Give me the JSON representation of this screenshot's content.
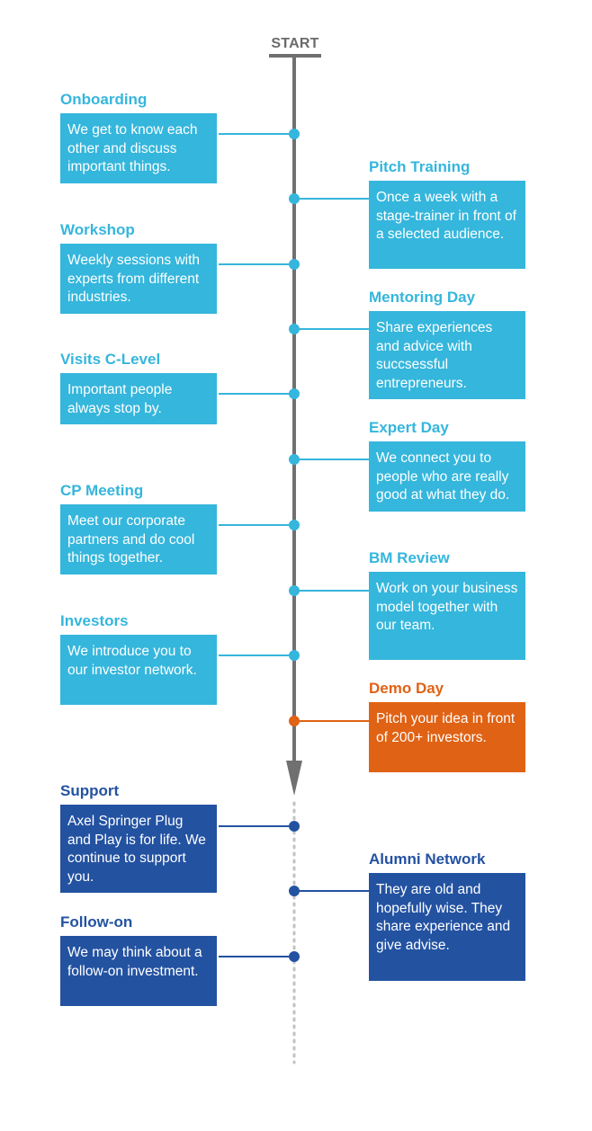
{
  "start_label": "START",
  "colors": {
    "main_line": "#707070",
    "dotted_line": "#c2c2c2",
    "light": "#35b6dc",
    "orange": "#e06214",
    "dark": "#2352a1"
  },
  "stages": [
    {
      "title": "Onboarding",
      "text": "We get to know each other and discuss important things.",
      "side": "left",
      "color": "light"
    },
    {
      "title": "Pitch Training",
      "text": "Once a week with a stage-trainer in front of a selected audience.",
      "side": "right",
      "color": "light"
    },
    {
      "title": "Workshop",
      "text": "Weekly sessions with experts from different industries.",
      "side": "left",
      "color": "light"
    },
    {
      "title": "Mentoring Day",
      "text": "Share experiences and advice with succsessful entrepreneurs.",
      "side": "right",
      "color": "light"
    },
    {
      "title": "Visits C-Level",
      "text": "Important people always stop by.",
      "side": "left",
      "color": "light"
    },
    {
      "title": "Expert Day",
      "text": "We connect you to people who are really good at what they do.",
      "side": "right",
      "color": "light"
    },
    {
      "title": "CP Meeting",
      "text": "Meet our corporate partners and do cool things together.",
      "side": "left",
      "color": "light"
    },
    {
      "title": "BM Review",
      "text": "Work on your business model together with our team.",
      "side": "right",
      "color": "light"
    },
    {
      "title": "Investors",
      "text": "We introduce you to our investor network.",
      "side": "left",
      "color": "light"
    },
    {
      "title": "Demo Day",
      "text": "Pitch your idea in front of 200+ investors.",
      "side": "right",
      "color": "orange"
    },
    {
      "title": "Support",
      "text": "Axel Springer Plug and Play is for life. We continue to support you.",
      "side": "left",
      "color": "dark"
    },
    {
      "title": "Alumni Network",
      "text": "They are old and hopefully wise. They share experience and give advise.",
      "side": "right",
      "color": "dark"
    },
    {
      "title": "Follow-on",
      "text": "We may think about a follow-on investment.",
      "side": "left",
      "color": "dark"
    }
  ]
}
